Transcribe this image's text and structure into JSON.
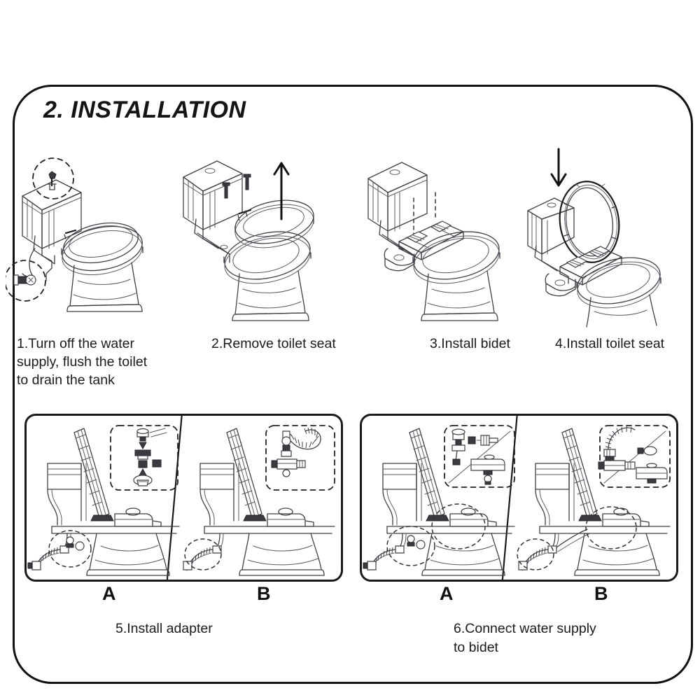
{
  "document": {
    "title": "2. INSTALLATION",
    "frame_color": "#111111",
    "text_color": "#1b1b1b"
  },
  "steps": [
    {
      "id": "step-1",
      "number": "1.",
      "caption": "1.Turn off the water\nsupply, flush the toilet\nto drain the tank",
      "illustration": "toilet-with-shutoff-valve-and-flush-handle-highlighted"
    },
    {
      "id": "step-2",
      "number": "2.",
      "caption": "2.Remove  toilet seat",
      "illustration": "toilet-seat-lifted-off-with-up-arrow"
    },
    {
      "id": "step-3",
      "number": "3.",
      "caption": "3.Install bidet",
      "illustration": "bidet-plate-aligned-on-bowl-with-dashed-guides"
    },
    {
      "id": "step-4",
      "number": "4.",
      "caption": "4.Install toilet seat",
      "illustration": "toilet-seat-reinstalled-with-down-arrow"
    }
  ],
  "groups": [
    {
      "id": "group-5",
      "caption": "5.Install adapter",
      "panels": [
        {
          "label": "A",
          "illustration": "side-view-with-exploded-adapter-callout"
        },
        {
          "label": "B",
          "illustration": "side-view-with-braided-hose-callout"
        }
      ]
    },
    {
      "id": "group-6",
      "caption": "6.Connect water supply\nto bidet",
      "panels": [
        {
          "label": "A",
          "illustration": "side-view-connect-valve-to-bidet-callout"
        },
        {
          "label": "B",
          "illustration": "side-view-connect-hose-to-bidet-callout"
        }
      ]
    }
  ]
}
